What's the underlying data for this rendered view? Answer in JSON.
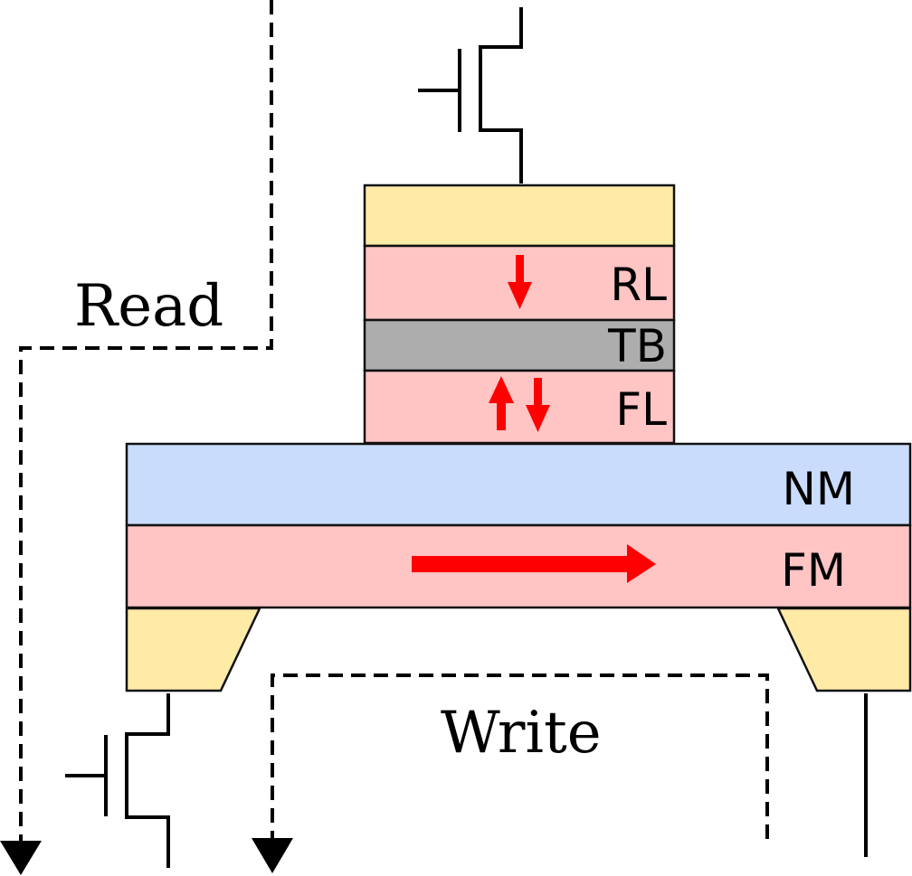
{
  "diagram": {
    "title": "SOT-MRAM cell with read and write current paths",
    "layers": {
      "top_electrode": {
        "label": "",
        "color": "#ffeaa6"
      },
      "reference_layer": {
        "label": "RL",
        "color": "#ffc4c4",
        "magnetization": "down"
      },
      "tunnel_barrier": {
        "label": "TB",
        "color": "#adadad"
      },
      "free_layer": {
        "label": "FL",
        "color": "#ffc4c4",
        "magnetization": "up/down"
      },
      "nonmagnetic_layer": {
        "label": "NM",
        "color": "#c9dcfc"
      },
      "ferromagnet_layer": {
        "label": "FM",
        "color": "#ffc4c4",
        "magnetization": "right"
      },
      "left_contact": {
        "label": "",
        "color": "#ffeaa6"
      },
      "right_contact": {
        "label": "",
        "color": "#ffeaa6"
      }
    },
    "arrow_color": "#ff0000",
    "paths": {
      "read": {
        "label": "Read"
      },
      "write": {
        "label": "Write"
      }
    },
    "transistors": [
      {
        "name": "top-access-transistor"
      },
      {
        "name": "bottom-left-access-transistor"
      }
    ]
  }
}
